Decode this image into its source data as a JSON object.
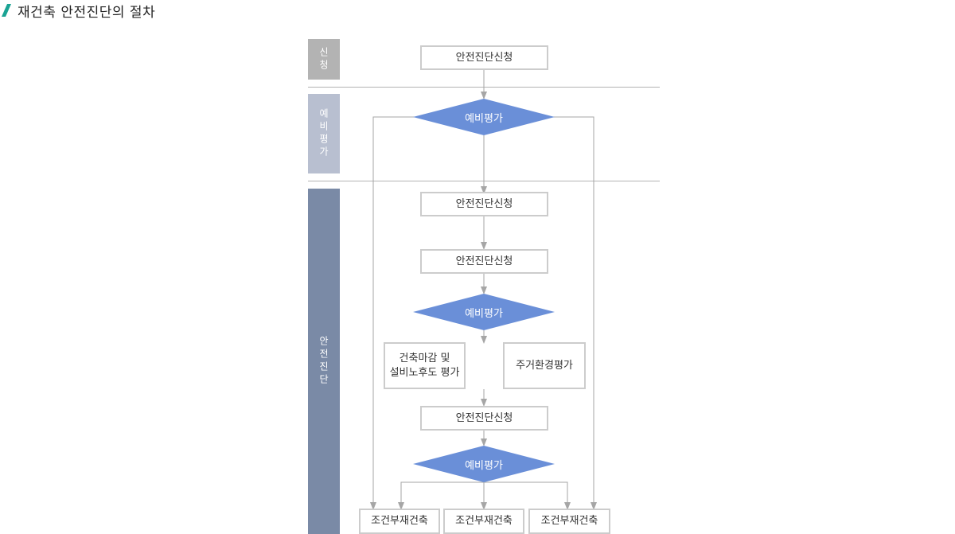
{
  "header": {
    "title": "재건축 안전진단의 절차"
  },
  "phases": {
    "apply": "신청",
    "prelim": "예비평가",
    "diagnosis": "안전진단"
  },
  "nodes": {
    "apply_box": "안전진단신청",
    "prelim_diamond": "예비평가",
    "diag_box_1": "안전진단신청",
    "diag_box_2": "안전진단신청",
    "diag_diamond_1": "예비평가",
    "eval_left_line1": "건축마감 및",
    "eval_left_line2": "설비노후도 평가",
    "eval_right": "주거환경평가",
    "diag_box_3": "안전진단신청",
    "diag_diamond_2": "예비평가",
    "result_1": "조건부재건축",
    "result_2": "조건부재건축",
    "result_3": "조건부재건축"
  },
  "colors": {
    "accent_slash": "#1aa394",
    "phase_apply": "#b3b3b3",
    "phase_prelim": "#b8bfd0",
    "phase_diagnosis": "#7a8aa6",
    "diamond_fill": "#6a8fd8",
    "line": "#a6a6a6"
  }
}
